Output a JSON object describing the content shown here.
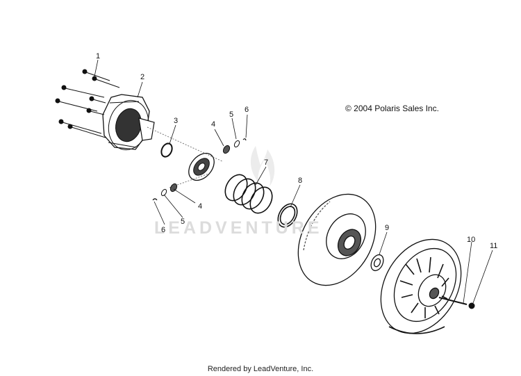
{
  "copyright": "© 2004 Polaris Sales Inc.",
  "footer": "Rendered by LeadVenture, Inc.",
  "watermark": "LEADVENTURE",
  "callouts": [
    {
      "label": "1",
      "part": "bolt"
    },
    {
      "label": "2",
      "part": "cover"
    },
    {
      "label": "3",
      "part": "snap-ring"
    },
    {
      "label": "4",
      "part": "bearing-or-spacer"
    },
    {
      "label": "5",
      "part": "washer"
    },
    {
      "label": "6",
      "part": "clip"
    },
    {
      "label": "7",
      "part": "spring"
    },
    {
      "label": "8",
      "part": "ring"
    },
    {
      "label": "9",
      "part": "washer"
    },
    {
      "label": "10",
      "part": "pin"
    },
    {
      "label": "11",
      "part": "nut"
    }
  ],
  "repeated_labels": {
    "left_4": "4",
    "left_5": "5",
    "left_6": "6"
  }
}
